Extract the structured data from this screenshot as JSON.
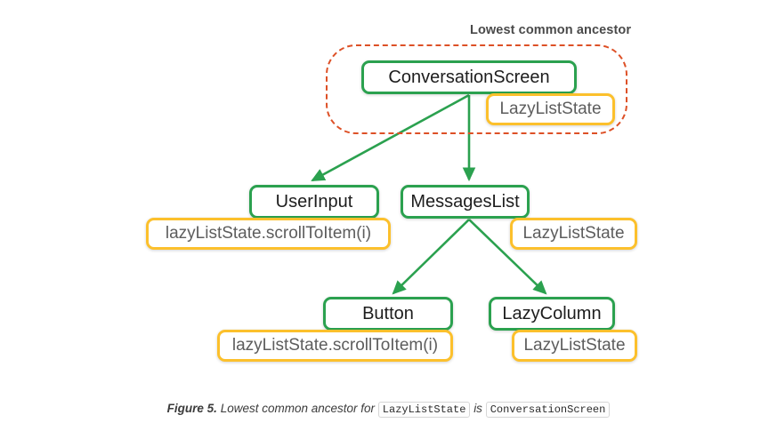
{
  "figure": {
    "annotation_label": "Lowest common ancestor",
    "nodes": [
      {
        "id": "conversationscreen",
        "label": "ConversationScreen",
        "state_label": "LazyListState"
      },
      {
        "id": "userinput",
        "label": "UserInput",
        "state_label": "lazyListState.scrollToItem(i)"
      },
      {
        "id": "messageslist",
        "label": "MessagesList",
        "state_label": "LazyListState"
      },
      {
        "id": "button",
        "label": "Button",
        "state_label": "lazyListState.scrollToItem(i)"
      },
      {
        "id": "lazycolumn",
        "label": "LazyColumn",
        "state_label": "LazyListState"
      }
    ],
    "colors": {
      "component_border": "#2ba14f",
      "state_border": "#fcc02c",
      "ancestor_outline": "#dd5026",
      "connector": "#2ba14f",
      "background": "#ffffff",
      "component_text": "#1d1d1d",
      "state_text": "#5d5d5d",
      "annotation_text": "#4a4a4a"
    }
  },
  "caption": {
    "figure_number": "Figure 5.",
    "text_before": "Lowest common ancestor for",
    "code_1": "LazyListState",
    "text_middle": "is",
    "code_2": "ConversationScreen"
  }
}
